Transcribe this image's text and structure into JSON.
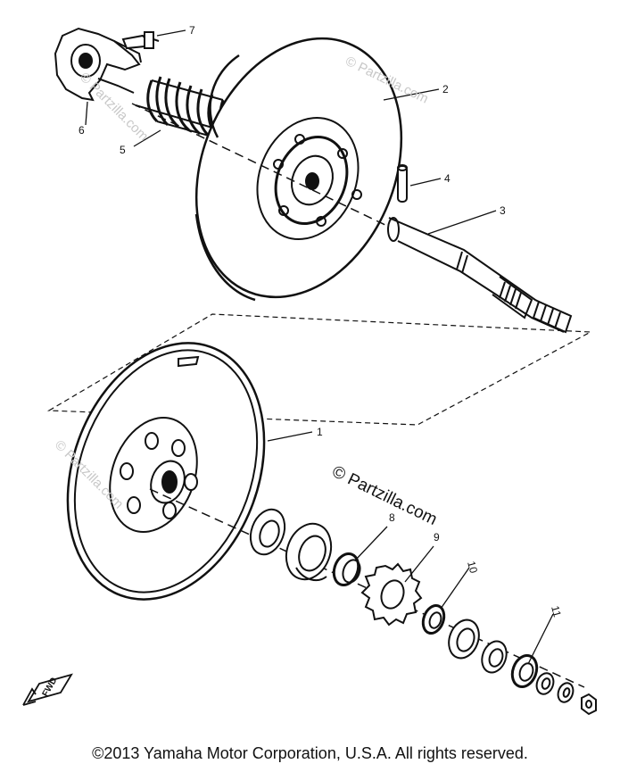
{
  "callouts": [
    {
      "id": "1",
      "text": "1"
    },
    {
      "id": "2",
      "text": "2"
    },
    {
      "id": "3",
      "text": "3"
    },
    {
      "id": "4",
      "text": "4"
    },
    {
      "id": "5",
      "text": "5"
    },
    {
      "id": "6",
      "text": "6"
    },
    {
      "id": "7",
      "text": "7"
    },
    {
      "id": "8",
      "text": "8"
    },
    {
      "id": "9",
      "text": "9"
    },
    {
      "id": "10",
      "text": "10"
    },
    {
      "id": "11",
      "text": "11"
    }
  ],
  "fwd_label": "FWD",
  "watermark": "© Partzilla.com",
  "watermark_faint": "© Partzilla.com",
  "copyright": "©2013  Yamaha Motor Corporation, U.S.A. All rights reserved."
}
